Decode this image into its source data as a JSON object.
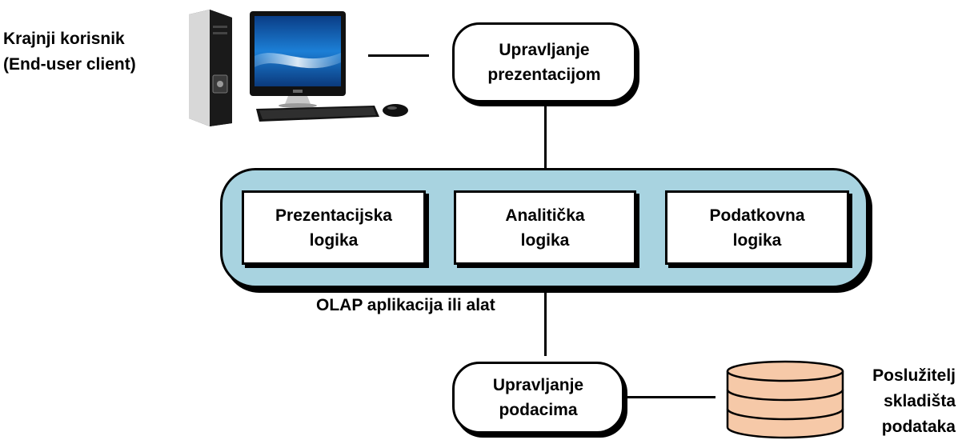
{
  "client": {
    "label_line1": "Krajnji korisnik",
    "label_line2": "(End-user client)",
    "icon": "desktop-computer-icon"
  },
  "presentation_management": {
    "line1": "Upravljanje",
    "line2": "prezentacijom"
  },
  "olap": {
    "caption": "OLAP aplikacija ili alat",
    "container_color": "#a8d3e0",
    "components": [
      {
        "line1": "Prezentacijska",
        "line2": "logika"
      },
      {
        "line1": "Analitička",
        "line2": "logika"
      },
      {
        "line1": "Podatkovna",
        "line2": "logika"
      }
    ]
  },
  "data_management": {
    "line1": "Upravljanje",
    "line2": "podacima"
  },
  "warehouse_server": {
    "line1": "Poslužitelj",
    "line2": "skladišta",
    "line3": "podataka",
    "icon": "database-cylinder-icon",
    "color": "#f6c9a8"
  }
}
